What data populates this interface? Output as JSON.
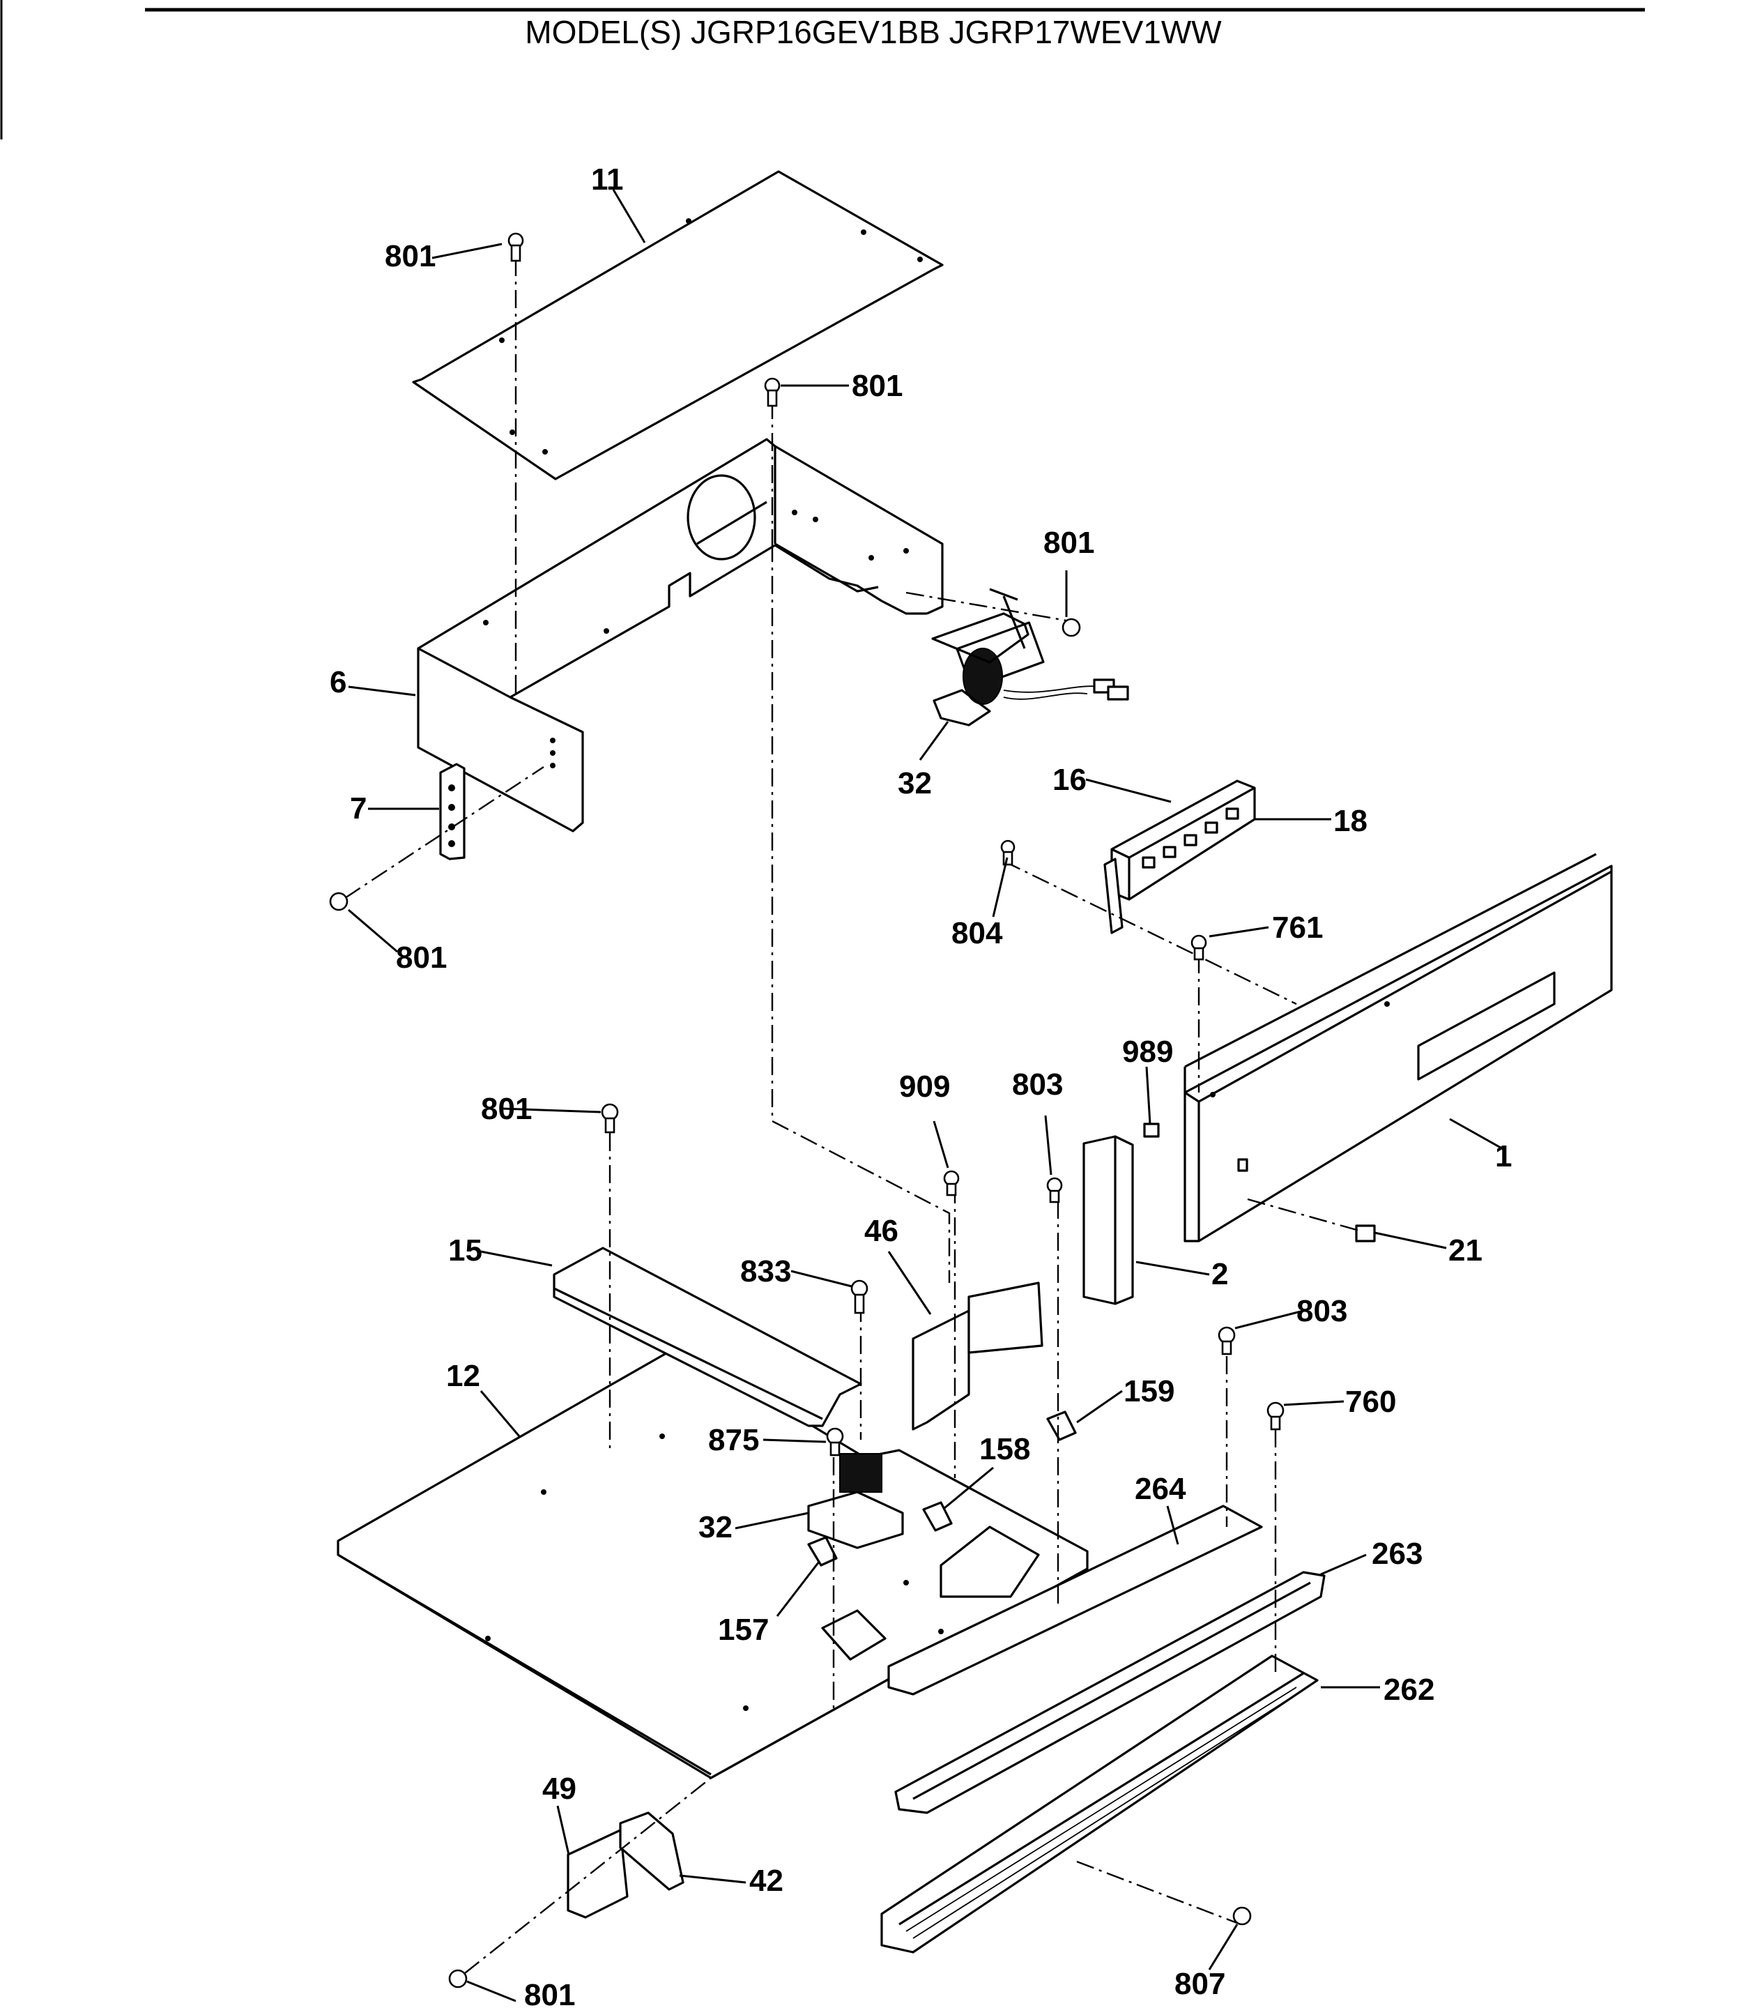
{
  "header": {
    "title": "MODEL(S) JGRP16GEV1BB  JGRP17WEV1WW"
  },
  "callouts": {
    "c11": "11",
    "c801_top": "801",
    "c801_center": "801",
    "c801_right": "801",
    "c6": "6",
    "c7": "7",
    "c801_left": "801",
    "c32_top": "32",
    "c16": "16",
    "c18": "18",
    "c804": "804",
    "c761": "761",
    "c989": "989",
    "c909": "909",
    "c803_top": "803",
    "c1": "1",
    "c801_mid": "801",
    "c15": "15",
    "c46": "46",
    "c833": "833",
    "c2": "2",
    "c21": "21",
    "c803_low": "803",
    "c12": "12",
    "c159": "159",
    "c760": "760",
    "c875": "875",
    "c158": "158",
    "c264": "264",
    "c32_low": "32",
    "c263": "263",
    "c157": "157",
    "c262": "262",
    "c49": "49",
    "c42": "42",
    "c807": "807",
    "c801_bottom": "801"
  }
}
